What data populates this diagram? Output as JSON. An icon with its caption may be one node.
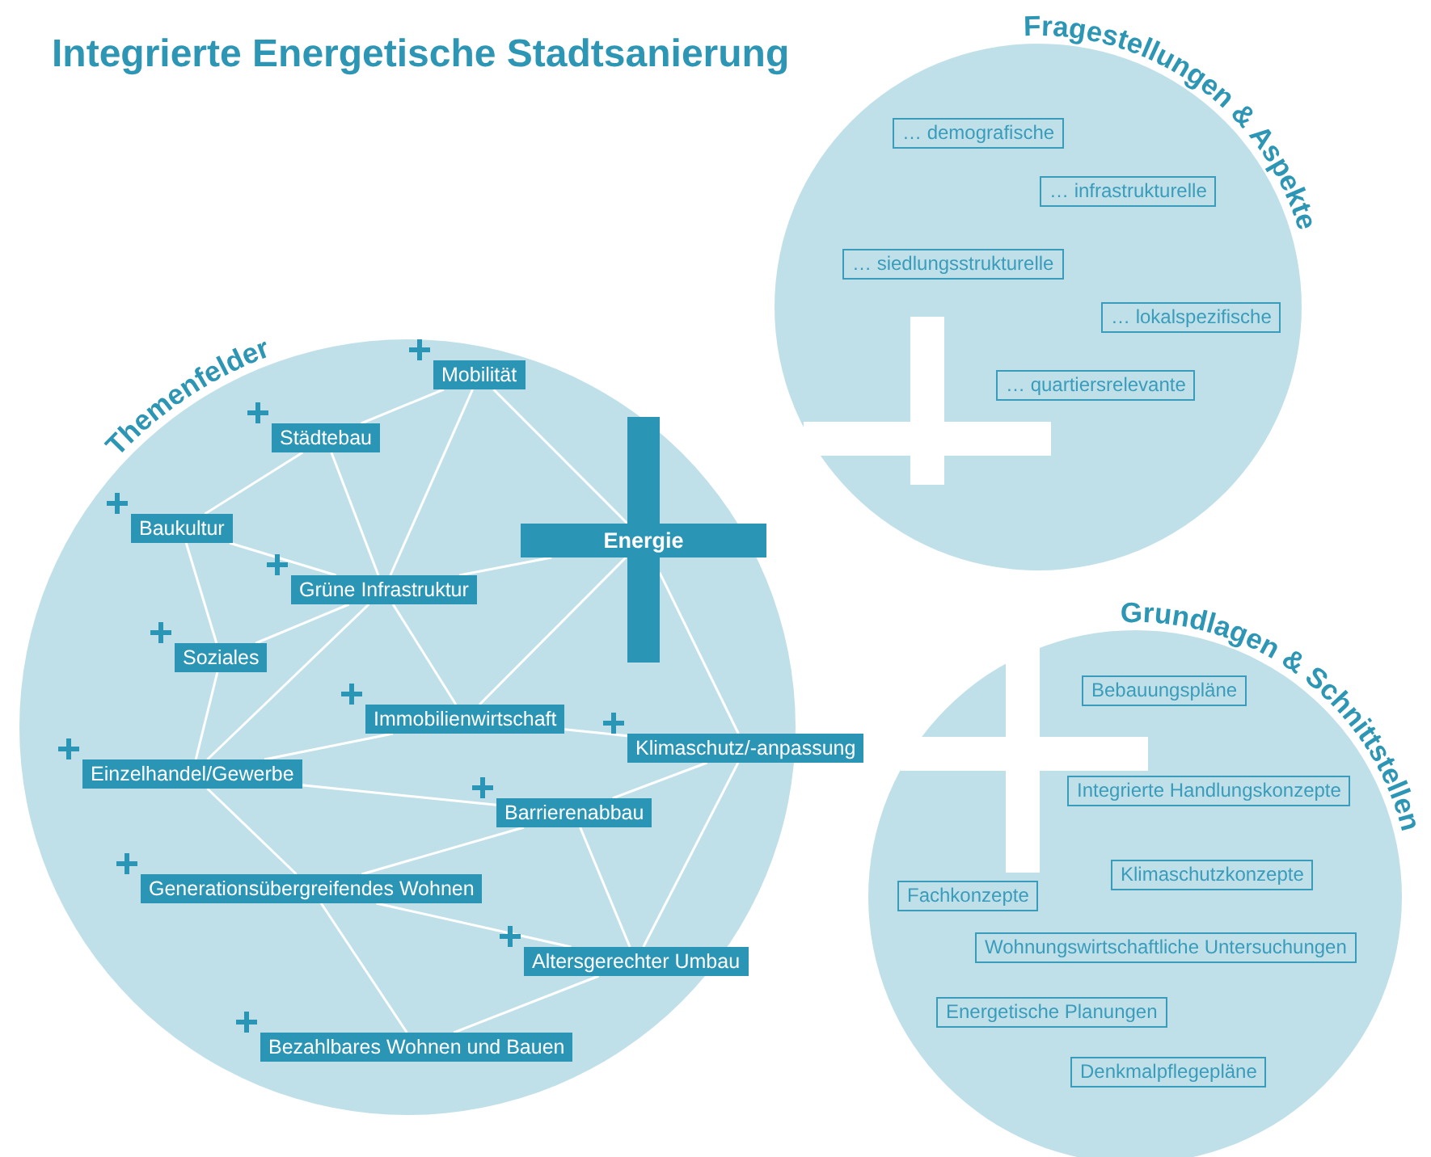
{
  "diagram": {
    "title": "Integrierte Energetische Stadtsanierung",
    "nodes": [
      {
        "text": [
          "Themenfelder"
        ]
      },
      {
        "text": [
          "Mobilität"
        ],
        "in": 0
      },
      {
        "text": [
          "Städtebau"
        ],
        "in": 0
      },
      {
        "text": [
          "Baukultur"
        ],
        "in": 0
      },
      {
        "text": [
          "Energie"
        ],
        "in": 0
      },
      {
        "text": [
          "Grüne Infrastruktur"
        ],
        "in": 0
      },
      {
        "text": [
          "Soziales"
        ],
        "in": 0
      },
      {
        "text": [
          "Immobilienwirtschaft"
        ],
        "in": 0
      },
      {
        "text": [
          "Klimaschutz/-anpassung"
        ],
        "in": 0
      },
      {
        "text": [
          "Einzelhandel/Gewerbe"
        ],
        "in": 0
      },
      {
        "text": [
          "Barrierenabbau"
        ],
        "in": 0
      },
      {
        "text": [
          "Generationsübergreifendes Wohnen"
        ],
        "in": 0
      },
      {
        "text": [
          "Altersgerechter Umbau"
        ],
        "in": 0
      },
      {
        "text": [
          "Bezahlbares Wohnen und Bauen"
        ],
        "in": 0
      },
      {
        "text": [
          "Fragestellungen & Aspekte"
        ]
      },
      {
        "text": [
          "… demografische"
        ],
        "in": 14
      },
      {
        "text": [
          "… infrastrukturelle"
        ],
        "in": 14
      },
      {
        "text": [
          "… siedlungsstrukturelle"
        ],
        "in": 14
      },
      {
        "text": [
          "… lokalspezifische"
        ],
        "in": 14
      },
      {
        "text": [
          "… quartiersrelevante"
        ],
        "in": 14
      },
      {
        "text": [
          "Grundlagen & Schnittstellen"
        ]
      },
      {
        "text": [
          "Bebauungspläne"
        ],
        "in": 20
      },
      {
        "text": [
          "Integrierte Handlungskonzepte"
        ],
        "in": 20
      },
      {
        "text": [
          "Klimaschutzkonzepte"
        ],
        "in": 20
      },
      {
        "text": [
          "Fachkonzepte"
        ],
        "in": 20
      },
      {
        "text": [
          "Wohnungswirtschaftliche Untersuchungen"
        ],
        "in": 20
      },
      {
        "text": [
          "Energetische Planungen"
        ],
        "in": 20
      },
      {
        "text": [
          "Denkmalpflegepläne"
        ],
        "in": 20
      }
    ],
    "edges": [
      {
        "from": 1,
        "to": 2,
        "arrow": "none"
      },
      {
        "from": 1,
        "to": 5,
        "arrow": "none"
      },
      {
        "from": 1,
        "to": 4,
        "arrow": "none"
      },
      {
        "from": 2,
        "to": 3,
        "arrow": "none"
      },
      {
        "from": 2,
        "to": 5,
        "arrow": "none"
      },
      {
        "from": 3,
        "to": 5,
        "arrow": "none"
      },
      {
        "from": 3,
        "to": 6,
        "arrow": "none"
      },
      {
        "from": 5,
        "to": 4,
        "arrow": "none"
      },
      {
        "from": 5,
        "to": 6,
        "arrow": "none"
      },
      {
        "from": 5,
        "to": 9,
        "arrow": "none"
      },
      {
        "from": 6,
        "to": 9,
        "arrow": "none"
      },
      {
        "from": 5,
        "to": 7,
        "arrow": "none"
      },
      {
        "from": 4,
        "to": 7,
        "arrow": "none"
      },
      {
        "from": 4,
        "to": 8,
        "arrow": "none"
      },
      {
        "from": 7,
        "to": 8,
        "arrow": "none"
      },
      {
        "from": 7,
        "to": 9,
        "arrow": "none"
      },
      {
        "from": 9,
        "to": 10,
        "arrow": "none"
      },
      {
        "from": 8,
        "to": 10,
        "arrow": "none"
      },
      {
        "from": 8,
        "to": 12,
        "arrow": "none"
      },
      {
        "from": 9,
        "to": 11,
        "arrow": "none"
      },
      {
        "from": 11,
        "to": 13,
        "arrow": "none"
      },
      {
        "from": 10,
        "to": 11,
        "arrow": "none"
      },
      {
        "from": 10,
        "to": 12,
        "arrow": "none"
      },
      {
        "from": 11,
        "to": 12,
        "arrow": "none"
      },
      {
        "from": 12,
        "to": 13,
        "arrow": "none"
      }
    ]
  }
}
